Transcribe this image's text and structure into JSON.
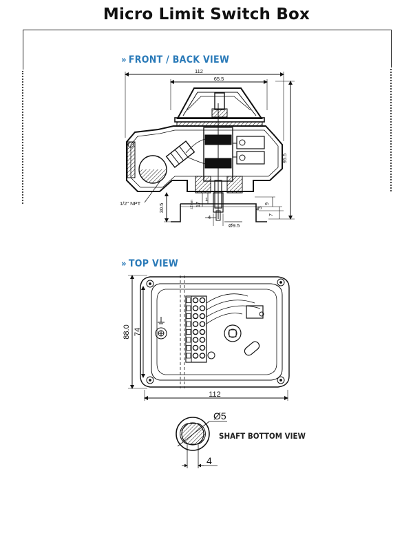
{
  "title": "Micro Limit Switch Box",
  "sections": {
    "front_back": "FRONT / BACK VIEW",
    "top": "TOP VIEW",
    "shaft": "SHAFT BOTTOM VIEW"
  },
  "front_dims": {
    "overall_width": "112",
    "cover_width": "65.5",
    "height": "95.5",
    "thread": "1/2\" NPT",
    "bracket_height": "30.5",
    "d17": "17",
    "d1": "1",
    "d3": "3",
    "d4": "4",
    "d7": "7",
    "d9": "9",
    "shaft_dia": "Ø9.5",
    "small_note": "±2mm"
  },
  "top_dims": {
    "width": "112",
    "outer_height": "88.0",
    "inner_height": "74"
  },
  "shaft_dims": {
    "diameter": "Ø5",
    "flat": "4"
  },
  "colors": {
    "accent": "#2a7ab8",
    "line": "#111111"
  }
}
